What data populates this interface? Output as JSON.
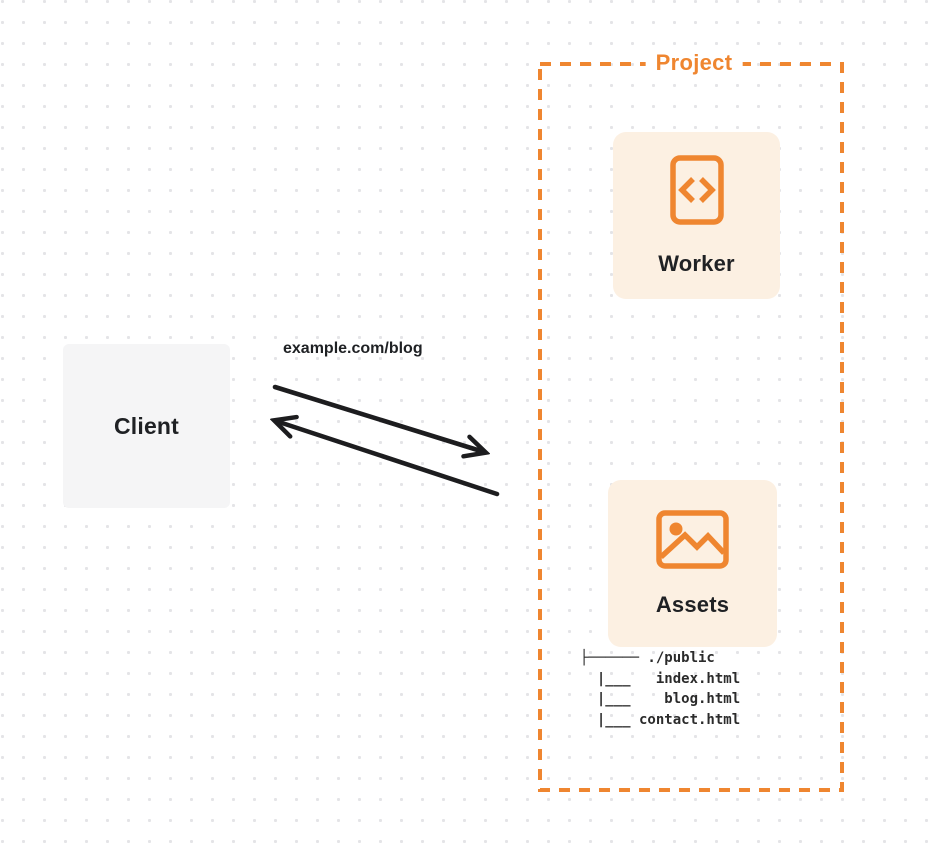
{
  "colors": {
    "accent": "#EF8630",
    "card-bg": "#FCF0E2",
    "client-bg": "#F5F5F6",
    "ink": "#1F2124",
    "arrow": "#1D1D1F",
    "dot": "#E4E4E7",
    "tree-ink": "#2B2B2B"
  },
  "client": {
    "label": "Client"
  },
  "request": {
    "url_label": "example.com/blog"
  },
  "project": {
    "title": "Project",
    "worker": {
      "label": "Worker",
      "icon": "code-file-icon"
    },
    "assets": {
      "label": "Assets",
      "icon": "image-icon"
    },
    "file_tree": {
      "line1": "├────── ./public",
      "line2": "  |___   index.html",
      "line3": "  |___    blog.html",
      "line4": "  |___ contact.html"
    }
  }
}
